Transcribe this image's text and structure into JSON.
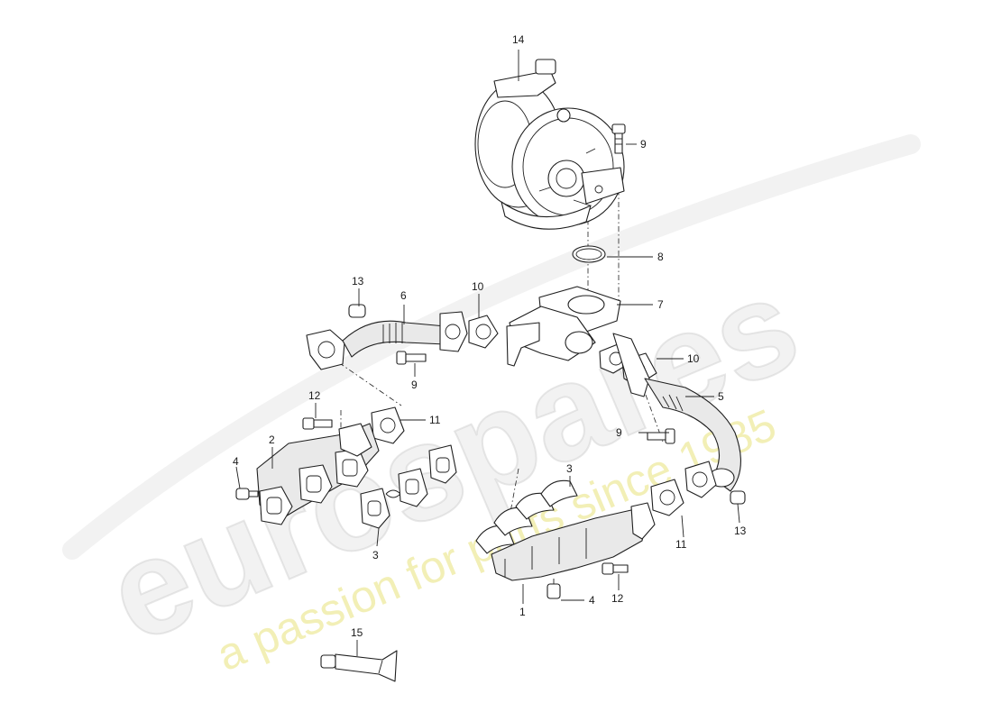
{
  "watermark": {
    "brand": "eurospares",
    "tagline": "a passion for parts since 1985"
  },
  "callouts": {
    "c1": "1",
    "c2": "2",
    "c3a": "3",
    "c3b": "3",
    "c4a": "4",
    "c4b": "4",
    "c5": "5",
    "c6": "6",
    "c7": "7",
    "c8": "8",
    "c9a": "9",
    "c9b": "9",
    "c9c": "9",
    "c10a": "10",
    "c10b": "10",
    "c11a": "11",
    "c11b": "11",
    "c12a": "12",
    "c12b": "12",
    "c13a": "13",
    "c13b": "13",
    "c14": "14",
    "c15": "15"
  }
}
